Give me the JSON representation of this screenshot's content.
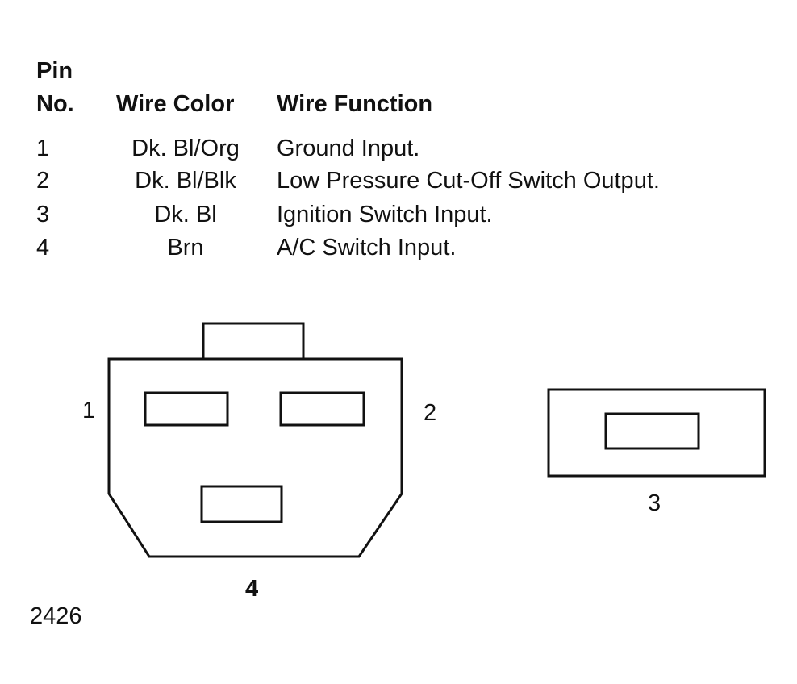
{
  "table": {
    "header_pin_line1": "Pin",
    "header_pin_line2": "No.",
    "header_wire_color": "Wire Color",
    "header_wire_function": "Wire Function",
    "rows": [
      {
        "pin": "1",
        "wire_color": "Dk. Bl/Org",
        "wire_function": "Ground Input."
      },
      {
        "pin": "2",
        "wire_color": "Dk. Bl/Blk",
        "wire_function": "Low Pressure Cut-Off Switch Output."
      },
      {
        "pin": "3",
        "wire_color": "Dk. Bl",
        "wire_function": "Ignition Switch Input."
      },
      {
        "pin": "4",
        "wire_color": "Brn",
        "wire_function": "A/C Switch Input."
      }
    ]
  },
  "diagram": {
    "pin_labels": {
      "pin1": "1",
      "pin2": "2",
      "pin3": "3",
      "pin4": "4"
    },
    "figure_number": "2426"
  }
}
